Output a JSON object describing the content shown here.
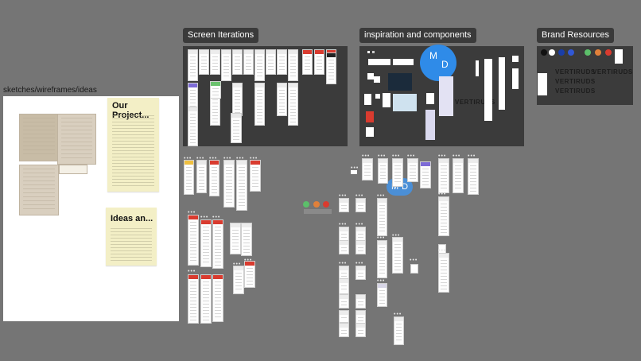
{
  "frames": {
    "sketches": "sketches/wireframes/ideas",
    "screen_iterations": "Screen Iterations",
    "inspiration": "inspiration and components",
    "brand": "Brand Resources"
  },
  "stickies": {
    "our_project": "Our Project...",
    "ideas": "Ideas an..."
  },
  "collaborators": {
    "top_m": "M",
    "top_d": "D",
    "pill_m": "M",
    "pill_d": "D"
  },
  "brand": {
    "logo_text": "VERTIRUDS"
  },
  "colors": {
    "canvas": "#757575",
    "board": "#3b3b3b",
    "avatar": "#2f8be8",
    "red": "#d93b2f",
    "green": "#5cbf6a",
    "orange": "#e0803a"
  }
}
